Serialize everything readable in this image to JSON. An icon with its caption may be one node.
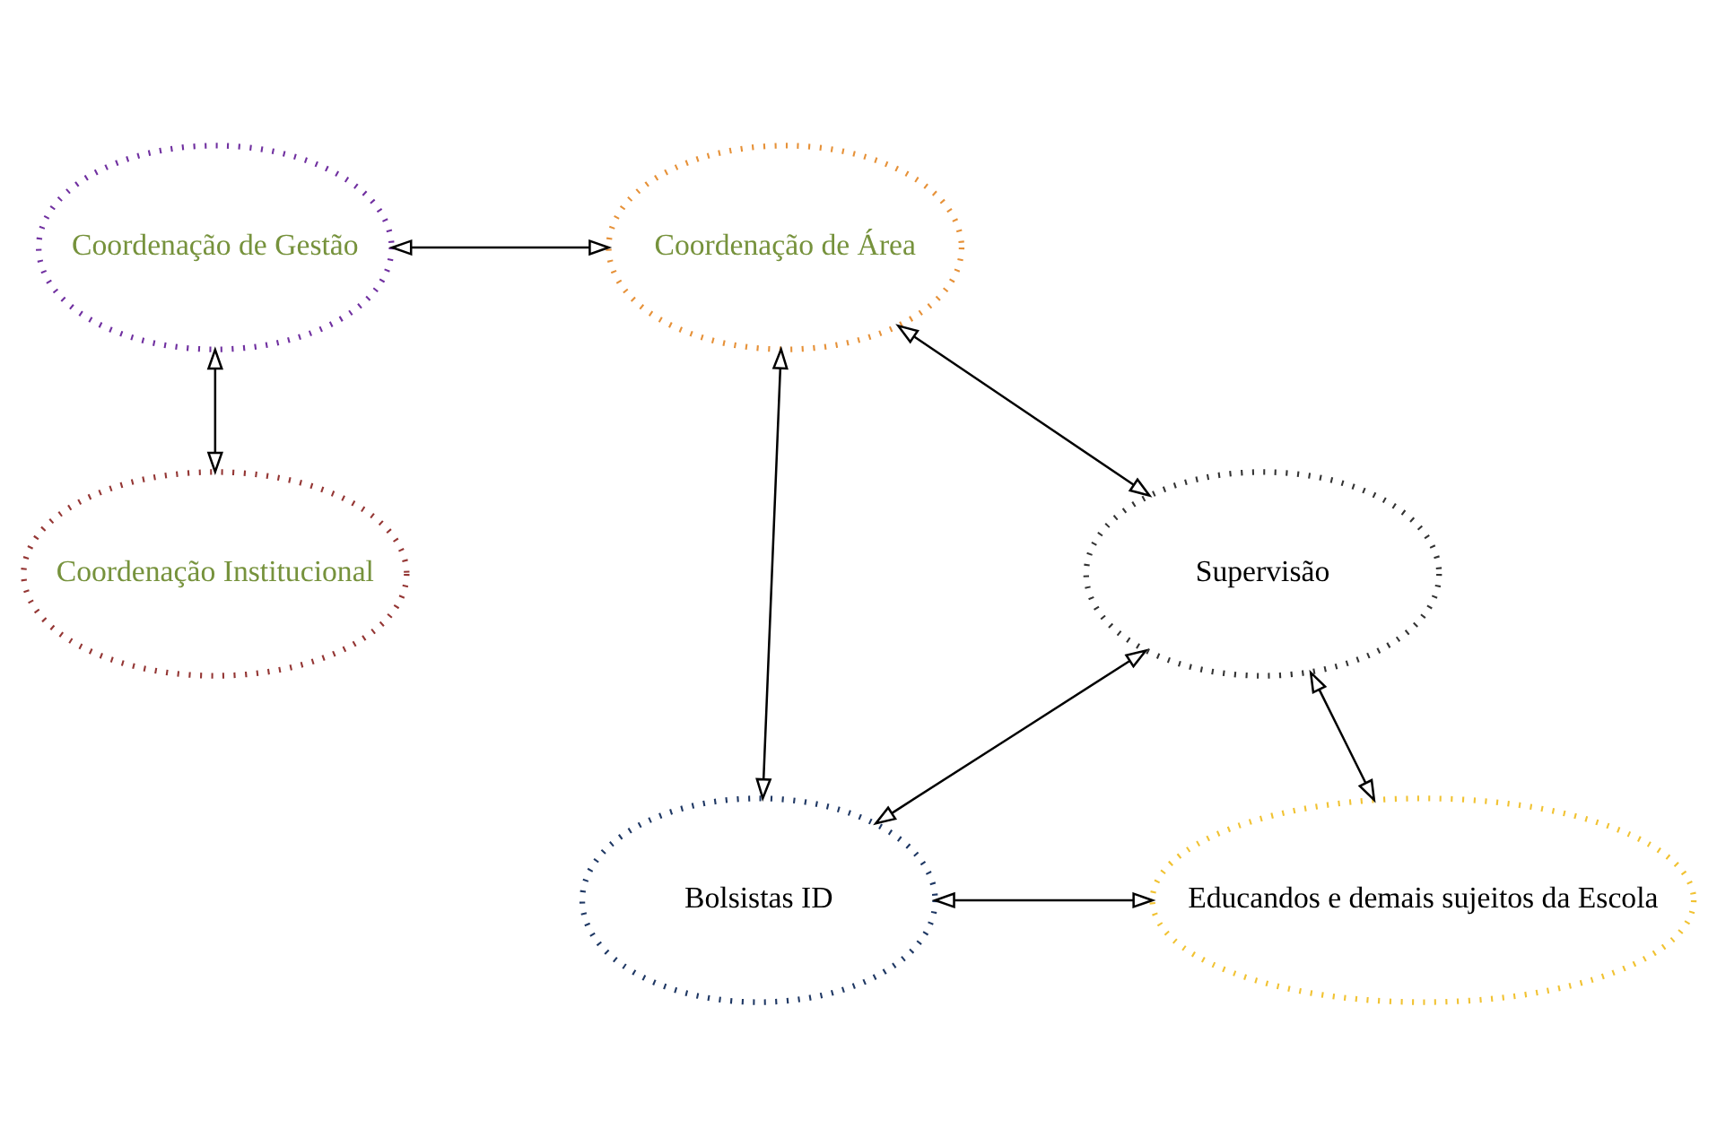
{
  "diagram": {
    "nodes": [
      {
        "text": [
          "Coordenação de Gestão"
        ]
      },
      {
        "text": [
          "Coordenação de Área"
        ]
      },
      {
        "text": [
          "Coordenação Institucional"
        ]
      },
      {
        "text": [
          "Supervisão"
        ]
      },
      {
        "text": [
          "Bolsistas ID"
        ]
      },
      {
        "text": [
          "Educandos e demais sujeitos da Escola"
        ]
      }
    ],
    "edges": [
      {
        "from": 2,
        "to": 0,
        "arrow": "both"
      },
      {
        "from": 0,
        "to": 1,
        "arrow": "both"
      },
      {
        "from": 1,
        "to": 3,
        "arrow": "both"
      },
      {
        "from": 4,
        "to": 1,
        "arrow": "both"
      },
      {
        "from": 4,
        "to": 3,
        "arrow": "both"
      },
      {
        "from": 3,
        "to": 5,
        "arrow": "both"
      },
      {
        "from": 4,
        "to": 5,
        "arrow": "both"
      }
    ]
  }
}
